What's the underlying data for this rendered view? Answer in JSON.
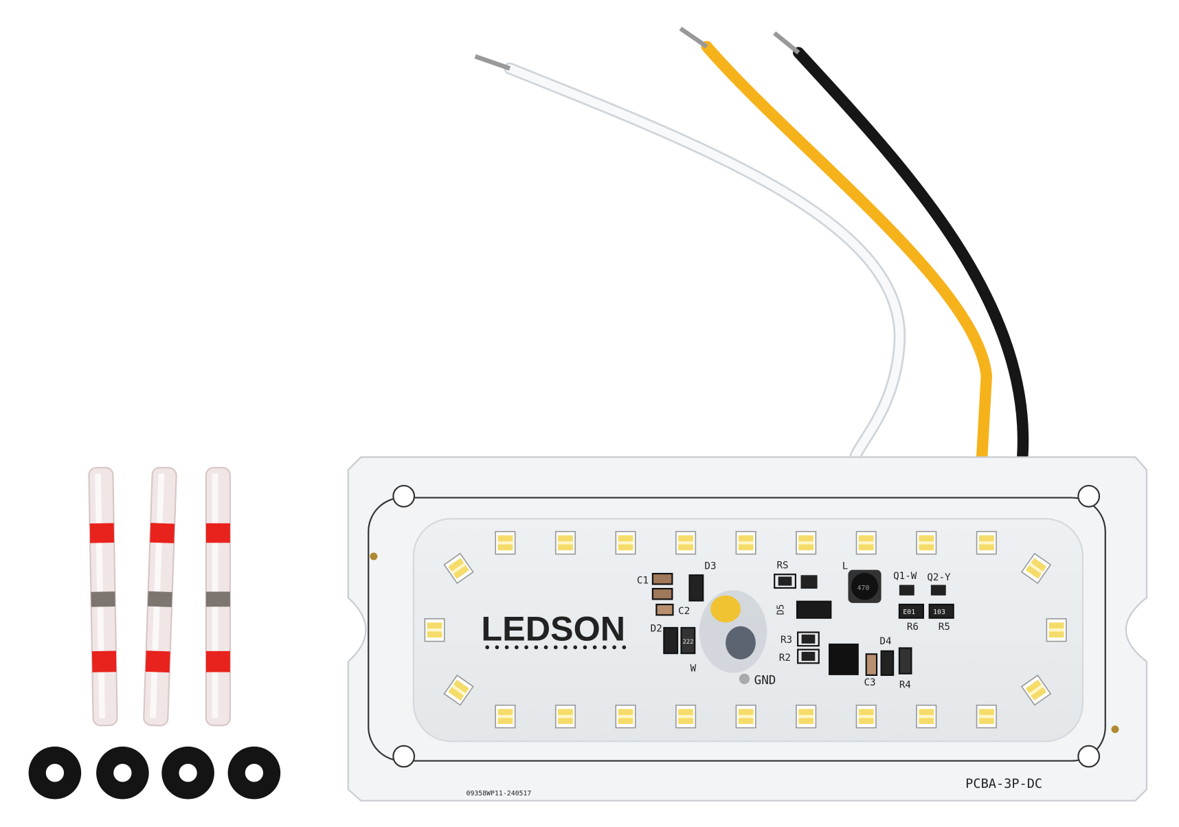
{
  "board": {
    "logo": "LEDSON",
    "model": "PCBA-3P-DC",
    "serial": "09358WP11-240517",
    "gnd_label": "GND",
    "w_label": "W",
    "component_labels": {
      "c1": "C1",
      "c2": "C2",
      "c3": "C3",
      "d2": "D2",
      "d3": "D3",
      "d4": "D4",
      "d5": "D5",
      "r2": "R2",
      "r3": "R3",
      "r4": "R4",
      "r5": "R5",
      "r6": "R6",
      "rs": "RS",
      "l": "L",
      "q1": "Q1-W",
      "q2": "Q2-Y"
    },
    "resistor_codes": {
      "r222": "222",
      "r103": "103",
      "e01": "E01",
      "ind": "470"
    }
  },
  "colors": {
    "wire_white": "#f4f6f8",
    "wire_yellow": "#f6b21a",
    "wire_black": "#1a1a1a",
    "board": "#f2f4f6",
    "led": "#f7e27a",
    "connector_band": "#e8231e",
    "washer": "#141414"
  }
}
